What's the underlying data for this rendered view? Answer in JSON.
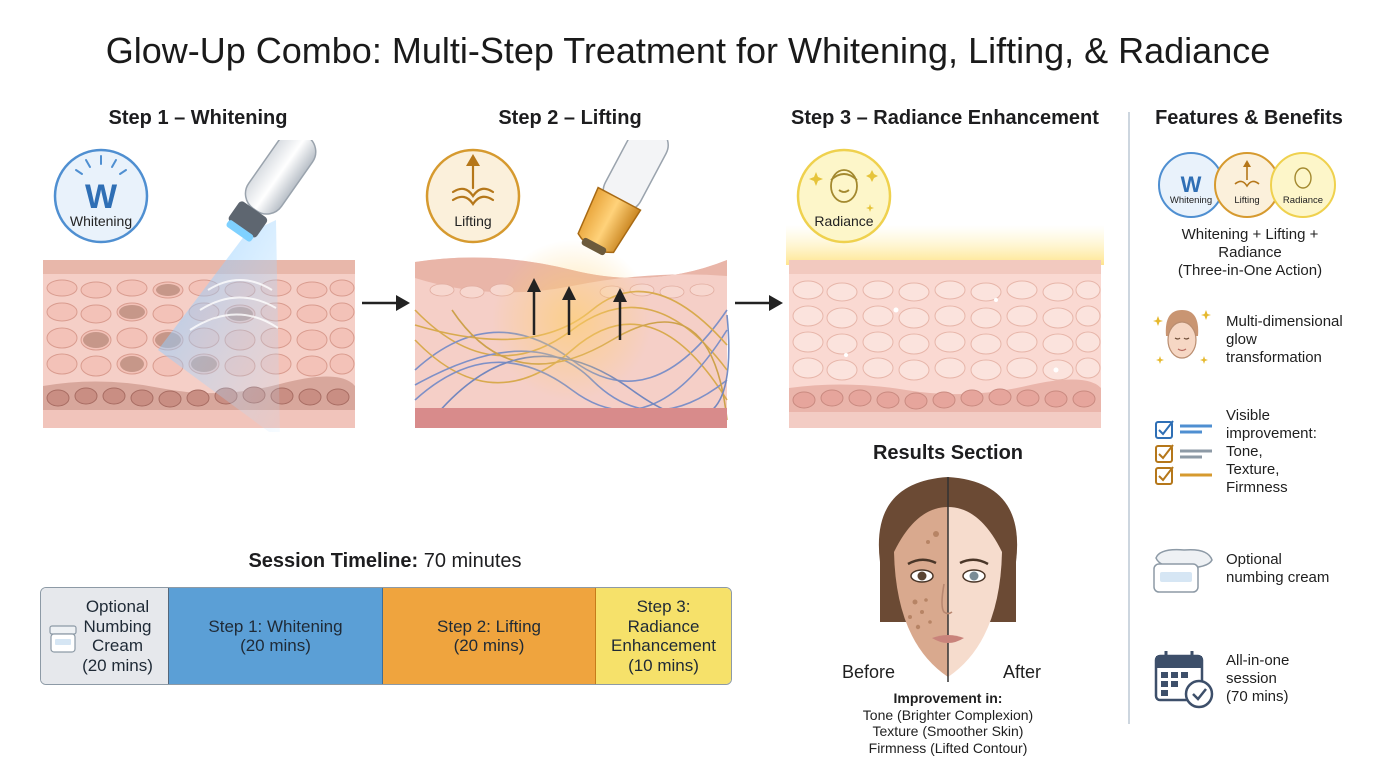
{
  "title": "Glow-Up Combo: Multi-Step Treatment for Whitening, Lifting, & Radiance",
  "steps": [
    {
      "title": "Step 1 – Whitening",
      "badge": "Whitening",
      "badge_letter": "W",
      "color": "#4f8fd1"
    },
    {
      "title": "Step 2 – Lifting",
      "badge": "Lifting",
      "color": "#d69a2f"
    },
    {
      "title": "Step 3 – Radiance Enhancement",
      "badge": "Radiance",
      "color": "#efd14e"
    }
  ],
  "features": {
    "title": "Features & Benefits",
    "mini_badges": [
      "Whitening",
      "Lifting",
      "Radiance"
    ],
    "combo_lines": [
      "Whitening + Lifting +",
      "Radiance",
      "(Three-in-One Action)"
    ],
    "items": [
      {
        "icon": "glowing-face-icon",
        "lines": [
          "Multi-dimensional",
          "glow",
          "transformation"
        ]
      },
      {
        "icon": "checklist-icon",
        "lines": [
          "Visible",
          "improvement:",
          "Tone,",
          "Texture,",
          "Firmness"
        ]
      },
      {
        "icon": "cream-jar-icon",
        "lines": [
          "Optional",
          "numbing cream"
        ]
      },
      {
        "icon": "calendar-check-icon",
        "lines": [
          "All-in-one",
          "session",
          "(70 mins)"
        ]
      }
    ]
  },
  "results": {
    "title": "Results Section",
    "before": "Before",
    "after": "After",
    "improvement_head": "Improvement in:",
    "improvements": [
      "Tone (Brighter Complexion)",
      "Texture (Smoother Skin)",
      "Firmness (Lifted Contour)"
    ]
  },
  "timeline": {
    "label": "Session Timeline:",
    "total": "70 minutes",
    "segments": [
      {
        "lines": [
          "Optional",
          "Numbing",
          "Cream",
          "(20 mins)"
        ],
        "color": "#e6e8ec"
      },
      {
        "lines": [
          "Step 1: Whitening",
          "(20 mins)"
        ],
        "color": "#5b9fd6"
      },
      {
        "lines": [
          "Step 2: Lifting",
          "(20 mins)"
        ],
        "color": "#efa43e"
      },
      {
        "lines": [
          "Step 3:",
          "Radiance",
          "Enhancement",
          "(10 mins)"
        ],
        "color": "#f6e16a"
      }
    ]
  }
}
